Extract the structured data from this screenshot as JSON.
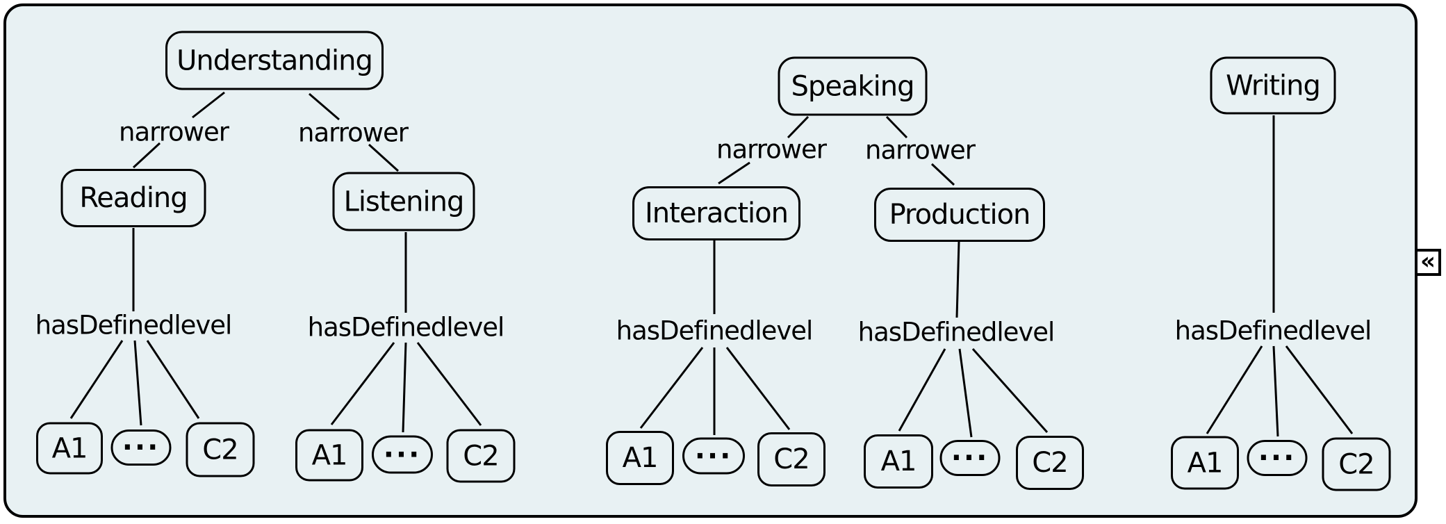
{
  "panel": {
    "background_color": "#e8f1f3",
    "border_color": "#000000"
  },
  "labels": {
    "narrower": "narrower",
    "has_defined_level": "hasDefinedlevel"
  },
  "nodes": {
    "understanding": "Understanding",
    "reading": "Reading",
    "listening": "Listening",
    "speaking": "Speaking",
    "interaction": "Interaction",
    "production": "Production",
    "writing": "Writing",
    "level_first": "A1",
    "level_ellipsis": "···",
    "level_last": "C2"
  },
  "controls": {
    "collapse_button_glyph": "«"
  },
  "structure": {
    "type": "concept-tree",
    "trees": [
      {
        "root": "Understanding",
        "narrower": [
          "Reading",
          "Listening"
        ]
      },
      {
        "root": "Speaking",
        "narrower": [
          "Interaction",
          "Production"
        ]
      },
      {
        "root": "Writing",
        "narrower": []
      }
    ],
    "leaf_relation": "hasDefinedlevel",
    "leaves_per_branch": [
      "A1",
      "···",
      "C2"
    ],
    "branches_with_levels": [
      "Reading",
      "Listening",
      "Interaction",
      "Production",
      "Writing"
    ]
  }
}
